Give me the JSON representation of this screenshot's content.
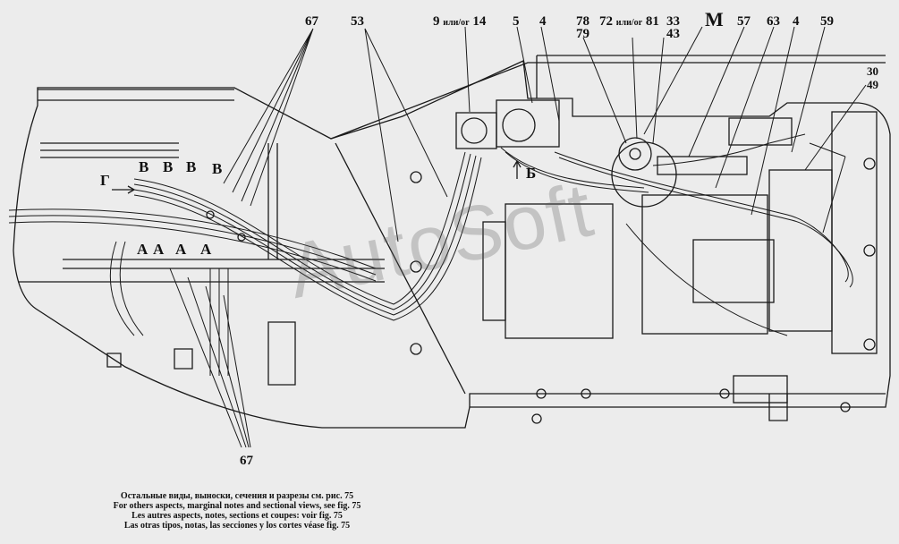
{
  "callouts": {
    "c67_top": "67",
    "c53": "53",
    "c9": "9",
    "c9_or": "или/or",
    "c14": "14",
    "c5": "5",
    "c4a": "4",
    "c78": "78",
    "c79": "79",
    "c72": "72",
    "c72_or": "или/or",
    "c81": "81",
    "c33": "33",
    "c43": "43",
    "cM": "M",
    "c57": "57",
    "c63": "63",
    "c4b": "4",
    "c59": "59",
    "c30": "30",
    "c49": "49",
    "c67_bottom": "67",
    "cG": "Г",
    "cB": "Б",
    "view_v": [
      "В",
      "В",
      "В",
      "В"
    ],
    "view_a": [
      "А",
      "А",
      "А",
      "А"
    ]
  },
  "watermark": "AutoSoft",
  "notes": [
    "Остальные виды, выноски, сечения и разрезы см. рис. 75",
    "For others aspects, marginal notes and sectional views, see fig. 75",
    "Les autres aspects, notes, sections et coupes: voir fig. 75",
    "Las otras tipos, notas, las secciones y los cortes véase fig. 75"
  ]
}
